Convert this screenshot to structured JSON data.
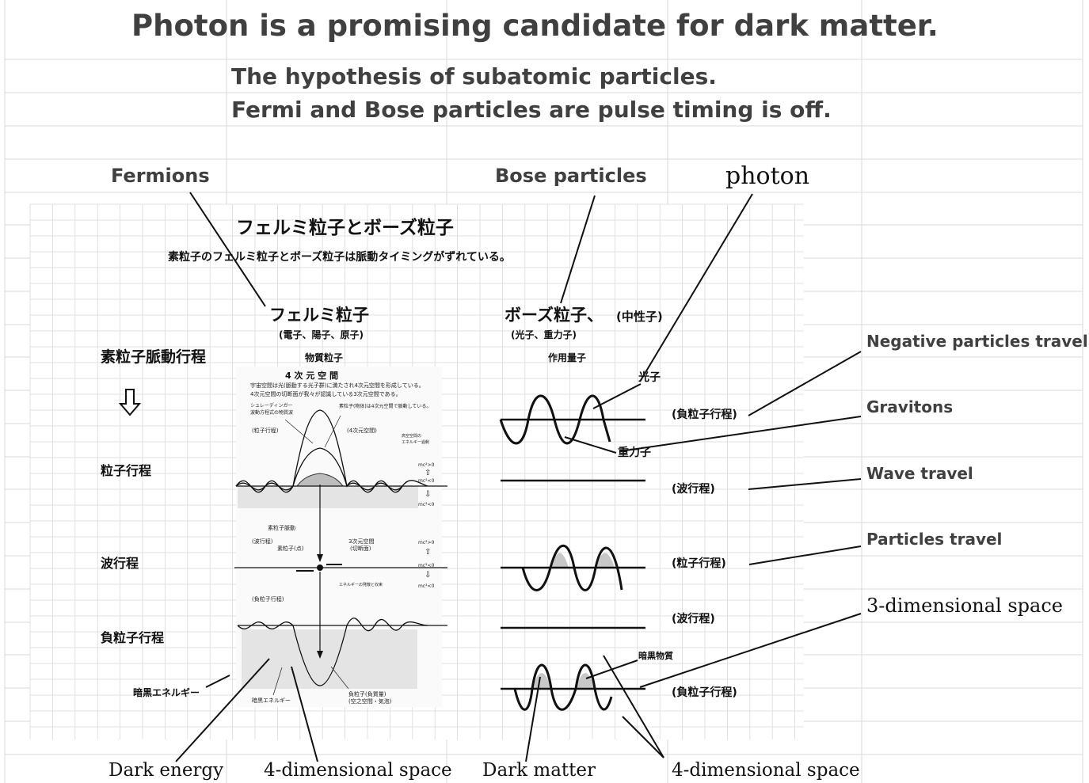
{
  "title": "Photon is a promising candidate for dark matter.",
  "subtitle_1": "The hypothesis of subatomic  particles.",
  "subtitle_2": "Fermi and Bose particles  are pulse timing is off.",
  "callouts": {
    "fermions": "Fermions",
    "bose_particles": "Bose particles",
    "photon": "photon",
    "negative_particles_travel": "Negative particles travel",
    "gravitons": "Gravitons",
    "wave_travel": "Wave travel",
    "particles_travel": "Particles travel",
    "three_dimensional_space": "3-dimensional space",
    "dark_energy": "Dark energy",
    "four_dimensional_space_left": "4-dimensional space",
    "dark_matter": "Dark matter",
    "four_dimensional_space_right": "4-dimensional space"
  },
  "inner": {
    "title": "フェルミ粒子とボーズ粒子",
    "subtitle": "素粒子のフェルミ粒子とボーズ粒子は脈動タイミングがずれている。",
    "fermi_heading": "フェルミ粒子",
    "fermi_sub": "(電子、陽子、原子)",
    "fermi_sub2": "物質粒子",
    "bose_heading": "ボーズ粒子、",
    "bose_heading_small": "(中性子)",
    "bose_sub": "(光子、重力子)",
    "bose_sub2": "作用量子",
    "pulse_label": "素粒子脈動行程",
    "down_arrow": "⇩",
    "row_particle": "粒子行程",
    "row_wave": "波行程",
    "row_negative": "負粒子行程",
    "dark_energy_jp": "暗黒エネルギー",
    "photon_jp": "光子",
    "graviton_jp": "重力子",
    "neg_travel_jp": "(負粒子行程)",
    "wave_travel_jp": "(波行程)",
    "particle_travel_jp": "(粒子行程)",
    "wave_travel_jp_2": "(波行程)",
    "dark_matter_jp": "暗黒物質",
    "neg_travel_jp_2": "(負粒子行程)",
    "fig": {
      "heading": "4 次 元 空 間",
      "line1": "宇宙空間は光(脈動する光子群)に満たされ4次元空間を形成している。",
      "line2": "4次元空間の切断面が我々が認識している3次元空間である。",
      "schrodinger": "シュレーディンガー",
      "schrodinger2": "波動方程式の物質波",
      "matter_note": "素粒子(物体)は4次元空間で脈動している。",
      "particle_stroke": "(粒子行程)",
      "four_d": "(4次元空間)",
      "hi_energy": "高空空間の",
      "hi_energy2": "エネルギー過剰",
      "mc_pos": "mc²>0",
      "mc_neg": "mc²<0",
      "pulse": "素粒子脈動",
      "wave_stroke": "(波行程)",
      "point": "素粒子(点)",
      "three_d": "3次元空間",
      "cut": "(切断面)",
      "energy_zero": "エネルギーの発散と収束",
      "neg_stroke": "(負粒子行程)",
      "dark_energy_small": "暗黒エネルギー",
      "negative_matter": "負粒子(負質量)",
      "negative_matter2": "(空之空間・気泡)"
    }
  },
  "colors": {
    "grid": "#d9d9d9",
    "heading_text": "#404040",
    "body_text": "#111111",
    "shade": "#e0e0e0"
  }
}
